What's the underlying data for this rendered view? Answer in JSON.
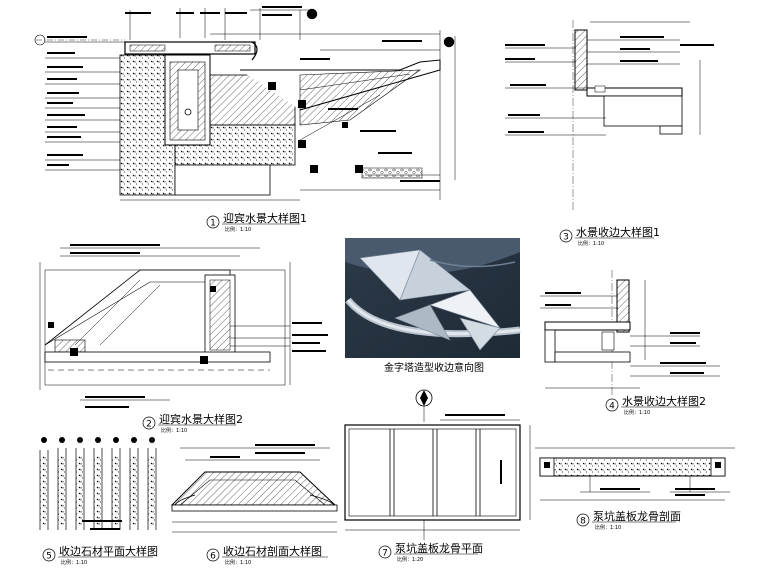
{
  "details": [
    {
      "num": "1",
      "title": "迎宾水景大样图1",
      "scale": "比例：1:10"
    },
    {
      "num": "2",
      "title": "迎宾水景大样图2",
      "scale": "比例：1:10"
    },
    {
      "num": "3",
      "title": "水景收边大样图1",
      "scale": "比例：1:10"
    },
    {
      "num": "4",
      "title": "水景收边大样图2",
      "scale": "比例：1:10"
    },
    {
      "num": "5",
      "title": "收边石材平面大样图",
      "scale": "比例：1:10"
    },
    {
      "num": "6",
      "title": "收边石材剖面大样图",
      "scale": "比例：1:10"
    },
    {
      "num": "7",
      "title": "泵坑盖板龙骨平面",
      "scale": "比例：1:20"
    },
    {
      "num": "8",
      "title": "泵坑盖板龙骨剖面",
      "scale": "比例：1:10"
    }
  ],
  "photo": {
    "caption": "金字塔造型收边意向图"
  },
  "colors": {
    "ink": "#000000",
    "paper": "#ffffff"
  }
}
